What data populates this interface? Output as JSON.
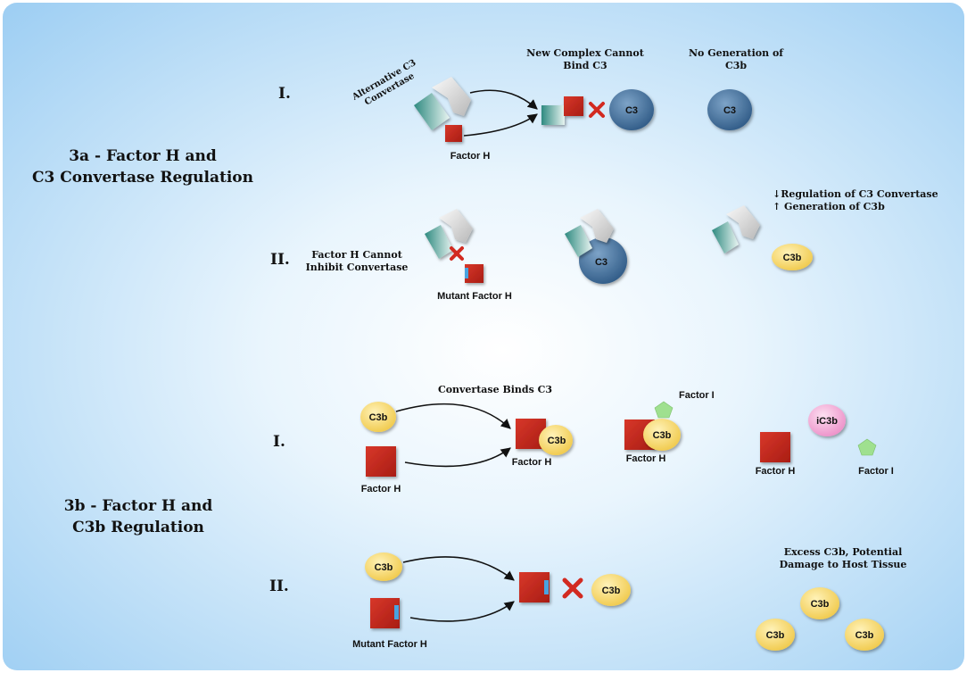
{
  "section_3a": {
    "title_line1": "3a - Factor H and",
    "title_line2": "C3 Convertase Regulation",
    "row1": {
      "numeral": "I.",
      "convertase_line1": "Alternative C3",
      "convertase_line2": "Convertase",
      "factor_h_label": "Factor H",
      "complex_line1": "New Complex Cannot",
      "complex_line2": "Bind C3",
      "c3_label": "C3",
      "nogen_line1": "No Generation of",
      "nogen_line2": "C3b",
      "c3_label_2": "C3"
    },
    "row2": {
      "numeral": "II.",
      "cannot_line1": "Factor H Cannot",
      "cannot_line2": "Inhibit Convertase",
      "mutant_label": "Mutant Factor H",
      "c3_label": "C3",
      "regulation_line1": "↓Regulation of C3 Convertase",
      "regulation_line2": "↑ Generation of C3b",
      "c3b_label": "C3b"
    }
  },
  "section_3b": {
    "title_line1": "3b - Factor H and",
    "title_line2": "C3b Regulation",
    "row1": {
      "numeral": "I.",
      "c3b_label": "C3b",
      "factor_h_label": "Factor H",
      "binds_label": "Convertase Binds C3",
      "complex_c3b": "C3b",
      "complex_factor_h": "Factor H",
      "factor_i_label": "Factor I",
      "c3b_label_2": "C3b",
      "factor_h_label_2": "Factor H",
      "ic3b_label": "iC3b",
      "factor_h_label_3": "Factor H",
      "factor_i_label_2": "Factor I"
    },
    "row2": {
      "numeral": "II.",
      "c3b_label": "C3b",
      "mutant_label": "Mutant Factor H",
      "c3b_free": "C3b",
      "excess_line1": "Excess C3b, Potential",
      "excess_line2": "Damage to Host Tissue",
      "excess_c3b": [
        "C3b",
        "C3b",
        "C3b"
      ]
    }
  },
  "colors": {
    "factor_h_red": "#c0271c",
    "c3_blue": "#3f6d98",
    "c3b_yellow": "#f5d66a",
    "ic3b_pink": "#f2a9d6",
    "factor_i_green": "#9fe08f",
    "mutation_blue": "#4aa3e0",
    "x_red": "#d22a20",
    "background_blue": "#a8d4f5"
  }
}
